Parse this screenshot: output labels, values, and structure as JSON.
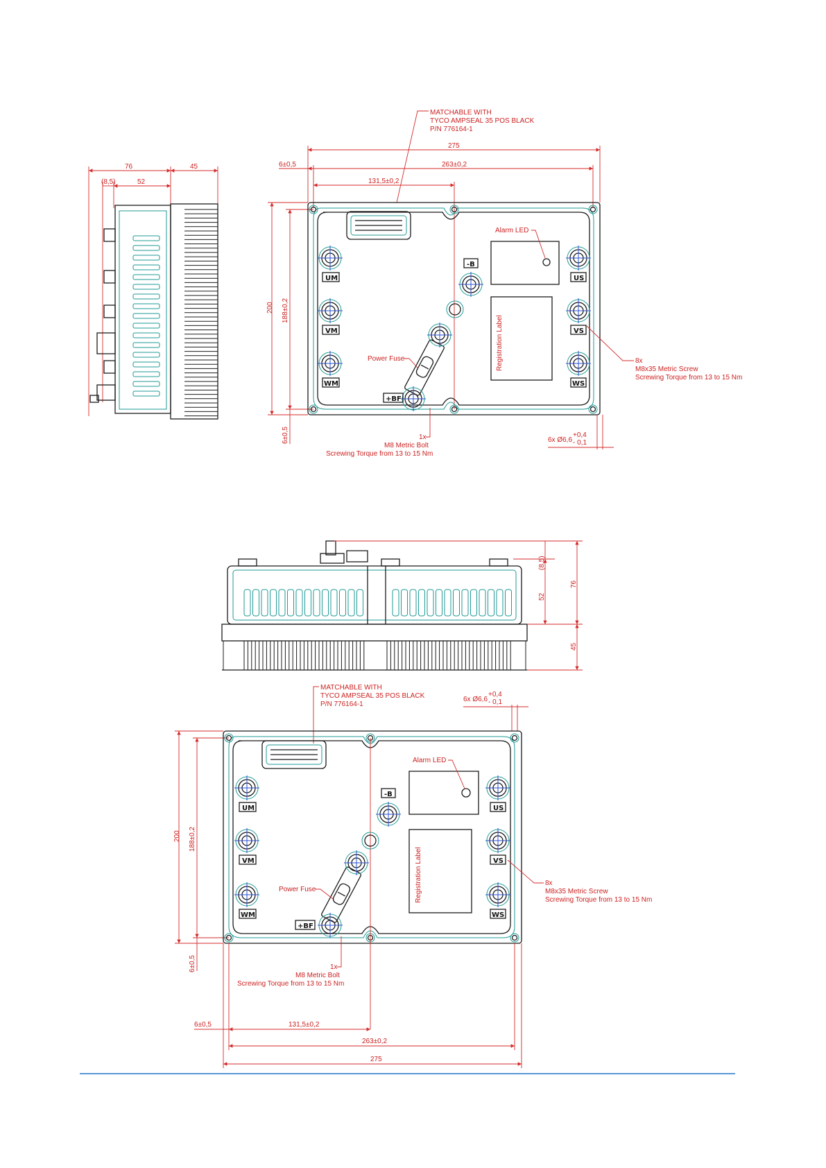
{
  "colors": {
    "dimension": "#cc1f1f",
    "outline": "#1a1a1a",
    "seal": "#1e9a96",
    "centerline": "#2a4fd0",
    "rule": "#1e73c8"
  },
  "top_view": {
    "connector_note": [
      "MATCHABLE WITH",
      "TYCO AMPSEAL 35 POS BLACK",
      "P/N 776164-1"
    ],
    "dim_275": "275",
    "dim_6": "6±0,5",
    "dim_263": "263±0,2",
    "dim_131": "131,5±0,2",
    "dim_200": "200",
    "dim_188": "188±0,2",
    "dim_6v": "6±0,5",
    "alarm_led": "Alarm LED",
    "registration_label": "Registration Label",
    "power_fuse": "Power Fuse",
    "terminals": {
      "uw": "UM",
      "vm": "VM",
      "wm": "WM",
      "us": "US",
      "vs": "VS",
      "ws": "WS",
      "minus_b": "-B",
      "plus_bf": "+BF"
    },
    "screw_note": [
      "8x",
      "M8x35 Metric Screw",
      "Screwing Torque from 13 to 15 Nm"
    ],
    "bolt_note": [
      "1x",
      "M8 Metric Bolt",
      "Screwing Torque from 13 to 15 Nm"
    ],
    "hole_note": "6x Ø6,6",
    "hole_tol_plus": "+0,4",
    "hole_tol_minus": "- 0,1"
  },
  "side_view": {
    "dim_76": "76",
    "dim_45": "45",
    "dim_8_5": "(8,5)",
    "dim_52": "52"
  },
  "front_view": {
    "dim_8_5": "(8,5)",
    "dim_52": "52",
    "dim_76": "76",
    "dim_45": "45"
  },
  "bottom_view": {
    "connector_note": [
      "MATCHABLE WITH",
      "TYCO AMPSEAL 35 POS BLACK",
      "P/N 776164-1"
    ],
    "hole_note": "6x Ø6,6",
    "hole_tol_plus": "+0,4",
    "hole_tol_minus": "- 0,1",
    "dim_200": "200",
    "dim_188": "188±0,2",
    "dim_6v": "6±0,5",
    "alarm_led": "Alarm LED",
    "registration_label": "Registration Label",
    "power_fuse": "Power Fuse",
    "terminals": {
      "uw": "UM",
      "vm": "VM",
      "wm": "WM",
      "us": "US",
      "vs": "VS",
      "ws": "WS",
      "minus_b": "-B",
      "plus_bf": "+BF"
    },
    "screw_note": [
      "8x",
      "M8x35 Metric Screw",
      "Screwing Torque from 13 to 15 Nm"
    ],
    "bolt_note": [
      "1x",
      "M8 Metric Bolt",
      "Screwing Torque from 13 to 15 Nm"
    ],
    "dim_6": "6±0,5",
    "dim_131": "131,5±0,2",
    "dim_263": "263±0,2",
    "dim_275": "275"
  }
}
